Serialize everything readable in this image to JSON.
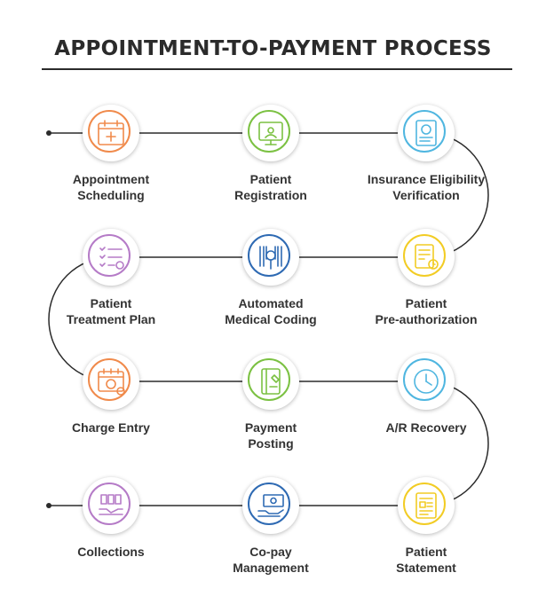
{
  "title": "APPOINTMENT-TO-PAYMENT PROCESS",
  "steps": [
    {
      "line1": "Appointment",
      "line2": "Scheduling",
      "icon": "calendar-icon",
      "color": "#f08a4b"
    },
    {
      "line1": "Patient",
      "line2": "Registration",
      "icon": "registration-monitor-icon",
      "color": "#7bc142"
    },
    {
      "line1": "Insurance Eligibility",
      "line2": "Verification",
      "icon": "insurance-document-icon",
      "color": "#4fb6e0"
    },
    {
      "line1": "Patient",
      "line2": "Treatment Plan",
      "icon": "checklist-icon",
      "color": "#b57bc7"
    },
    {
      "line1": "Automated",
      "line2": "Medical Coding",
      "icon": "barcode-scan-icon",
      "color": "#2e6ab3"
    },
    {
      "line1": "Patient",
      "line2": "Pre-authorization",
      "icon": "preauthorization-document-icon",
      "color": "#f2cc24"
    },
    {
      "line1": "Charge Entry",
      "line2": "",
      "icon": "charge-calendar-icon",
      "color": "#f08a4b"
    },
    {
      "line1": "Payment",
      "line2": "Posting",
      "icon": "payment-card-icon",
      "color": "#7bc142"
    },
    {
      "line1": "A/R Recovery",
      "line2": "",
      "icon": "clock-icon",
      "color": "#4fb6e0"
    },
    {
      "line1": "Collections",
      "line2": "",
      "icon": "collections-hand-icon",
      "color": "#b57bc7"
    },
    {
      "line1": "Co-pay",
      "line2": "Management",
      "icon": "money-hand-icon",
      "color": "#2e6ab3"
    },
    {
      "line1": "Patient",
      "line2": "Statement",
      "icon": "statement-icon",
      "color": "#f2cc24"
    }
  ]
}
